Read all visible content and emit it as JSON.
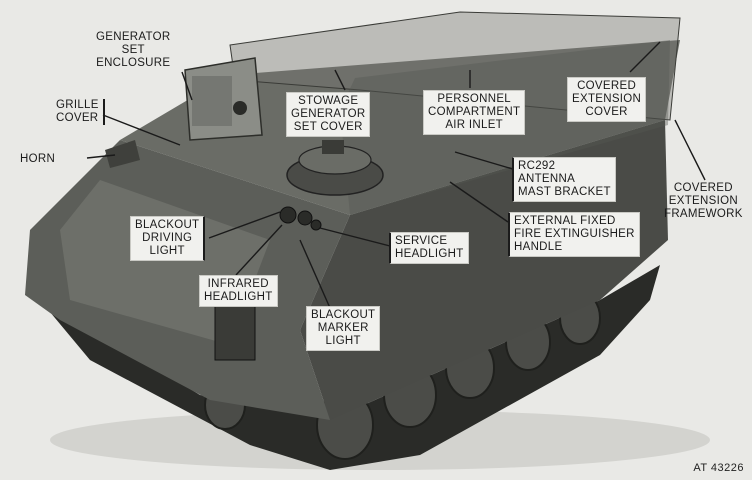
{
  "labels": {
    "generator_set_enclosure": [
      "GENERATOR",
      "SET",
      "ENCLOSURE"
    ],
    "grille_cover": [
      "GRILLE",
      "COVER"
    ],
    "horn": [
      "HORN"
    ],
    "stowage_generator_set_cover": [
      "STOWAGE",
      "GENERATOR",
      "SET COVER"
    ],
    "personnel_compartment_air_inlet": [
      "PERSONNEL",
      "COMPARTMENT",
      "AIR INLET"
    ],
    "covered_extension_cover": [
      "COVERED",
      "EXTENSION",
      "COVER"
    ],
    "covered_extension_framework": [
      "COVERED",
      "EXTENSION",
      "FRAMEWORK"
    ],
    "rc292_antenna_mast_bracket": [
      "RC292",
      "ANTENNA",
      "MAST BRACKET"
    ],
    "external_fixed_fire_extinguisher_handle": [
      "EXTERNAL FIXED",
      "FIRE EXTINGUISHER",
      "HANDLE"
    ],
    "service_headlight": [
      "SERVICE",
      "HEADLIGHT"
    ],
    "blackout_driving_light": [
      "BLACKOUT",
      "DRIVING",
      "LIGHT"
    ],
    "infrared_headlight": [
      "INFRARED",
      "HEADLIGHT"
    ],
    "blackout_marker_light": [
      "BLACKOUT",
      "MARKER",
      "LIGHT"
    ]
  },
  "figure_number": "AT 43226",
  "colors": {
    "background": "#e9e9e6",
    "hull_dark": "#3e3f3b",
    "hull_mid": "#585a55",
    "hull_light": "#7a7c76",
    "track": "#2a2b28"
  }
}
